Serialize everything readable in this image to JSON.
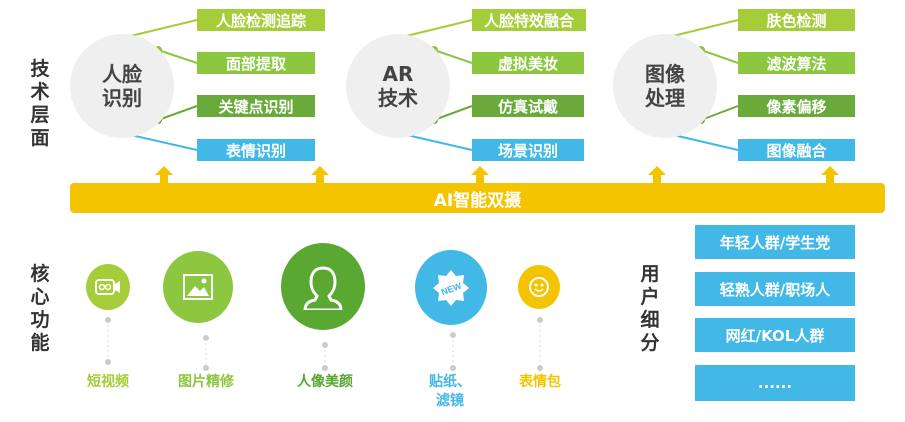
{
  "sections": {
    "tech": "技术层面",
    "core": "核心功能",
    "users": "用户细分"
  },
  "tech_groups": [
    {
      "title": "人脸识别",
      "items": [
        "人脸检测追踪",
        "面部提取",
        "关键点识别",
        "表情识别"
      ]
    },
    {
      "title": "AR技术",
      "items": [
        "人脸特效融合",
        "虚拟美妆",
        "仿真试戴",
        "场景识别"
      ]
    },
    {
      "title": "图像处理",
      "items": [
        "肤色检测",
        "滤波算法",
        "像素偏移",
        "图像融合"
      ]
    }
  ],
  "bar_label": "AI智能双摄",
  "features": [
    {
      "label": "短视频",
      "icon": "video-camera-icon",
      "color": "#a5cd39"
    },
    {
      "label": "图片精修",
      "icon": "image-icon",
      "color": "#8dc63f"
    },
    {
      "label": "人像美颜",
      "icon": "portrait-icon",
      "color": "#5aa832"
    },
    {
      "label": "贴纸、滤镜",
      "icon": "new-badge-icon",
      "color": "#41b8e6"
    },
    {
      "label": "表情包",
      "icon": "emoji-icon",
      "color": "#f5c400"
    }
  ],
  "new_badge": "NEW",
  "user_segments": [
    "年轻人群/学生党",
    "轻熟人群/职场人",
    "网红/KOL人群",
    "......"
  ],
  "colors": {
    "item": [
      "#a5cd39",
      "#8dc63f",
      "#6aaa3a",
      "#41b8e6"
    ],
    "bar": "#f5c400",
    "blue": "#41b8e6"
  }
}
